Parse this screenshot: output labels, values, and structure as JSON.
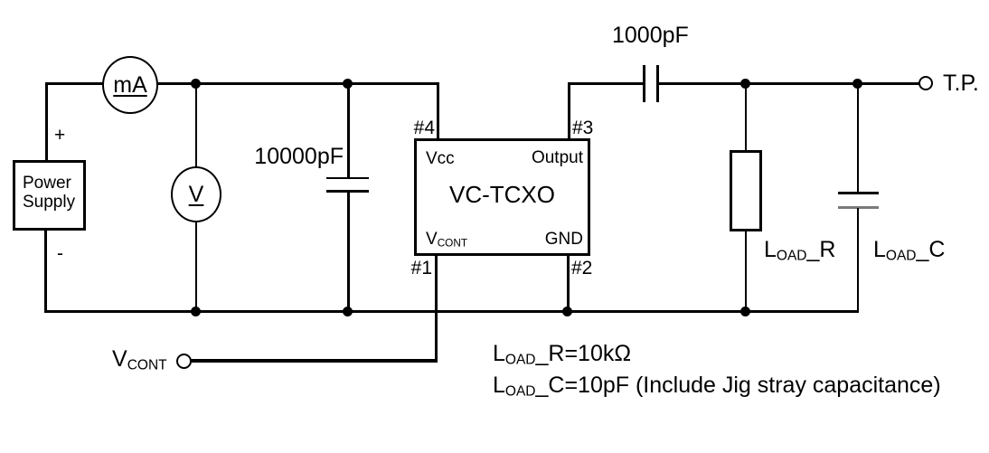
{
  "power_supply": {
    "label_line1": "Power",
    "label_line2": "Supply",
    "plus": "+",
    "minus": "-"
  },
  "meters": {
    "ammeter": "mA",
    "voltmeter": "V"
  },
  "capacitors": {
    "decoupling_value": "10000pF",
    "coupling_value": "1000pF"
  },
  "tcxo": {
    "name": "VC-TCXO",
    "pin_vcc": "Vcc",
    "pin_output": "Output",
    "pin_gnd": "GND",
    "pin_vcont_main": "V",
    "pin_vcont_sub": "CONT",
    "pin_no_1": "#1",
    "pin_no_2": "#2",
    "pin_no_3": "#3",
    "pin_no_4": "#4"
  },
  "terminals": {
    "test_point": "T.P.",
    "vcont_main": "V",
    "vcont_sub": "CONT"
  },
  "loads": {
    "resistor_main": "L",
    "resistor_sub": "OAD",
    "resistor_rest": "_R",
    "capacitor_main": "L",
    "capacitor_sub": "OAD",
    "capacitor_rest": "_C"
  },
  "annotations": {
    "line1_main": "L",
    "line1_sub": "OAD",
    "line1_rest": "_R=10kΩ",
    "line2_main": "L",
    "line2_sub": "OAD",
    "line2_rest": "_C=10pF (Include Jig stray capacitance)"
  },
  "colors": {
    "wire": "#000000",
    "background": "#ffffff",
    "faded_plate": "#7a7a7a"
  }
}
